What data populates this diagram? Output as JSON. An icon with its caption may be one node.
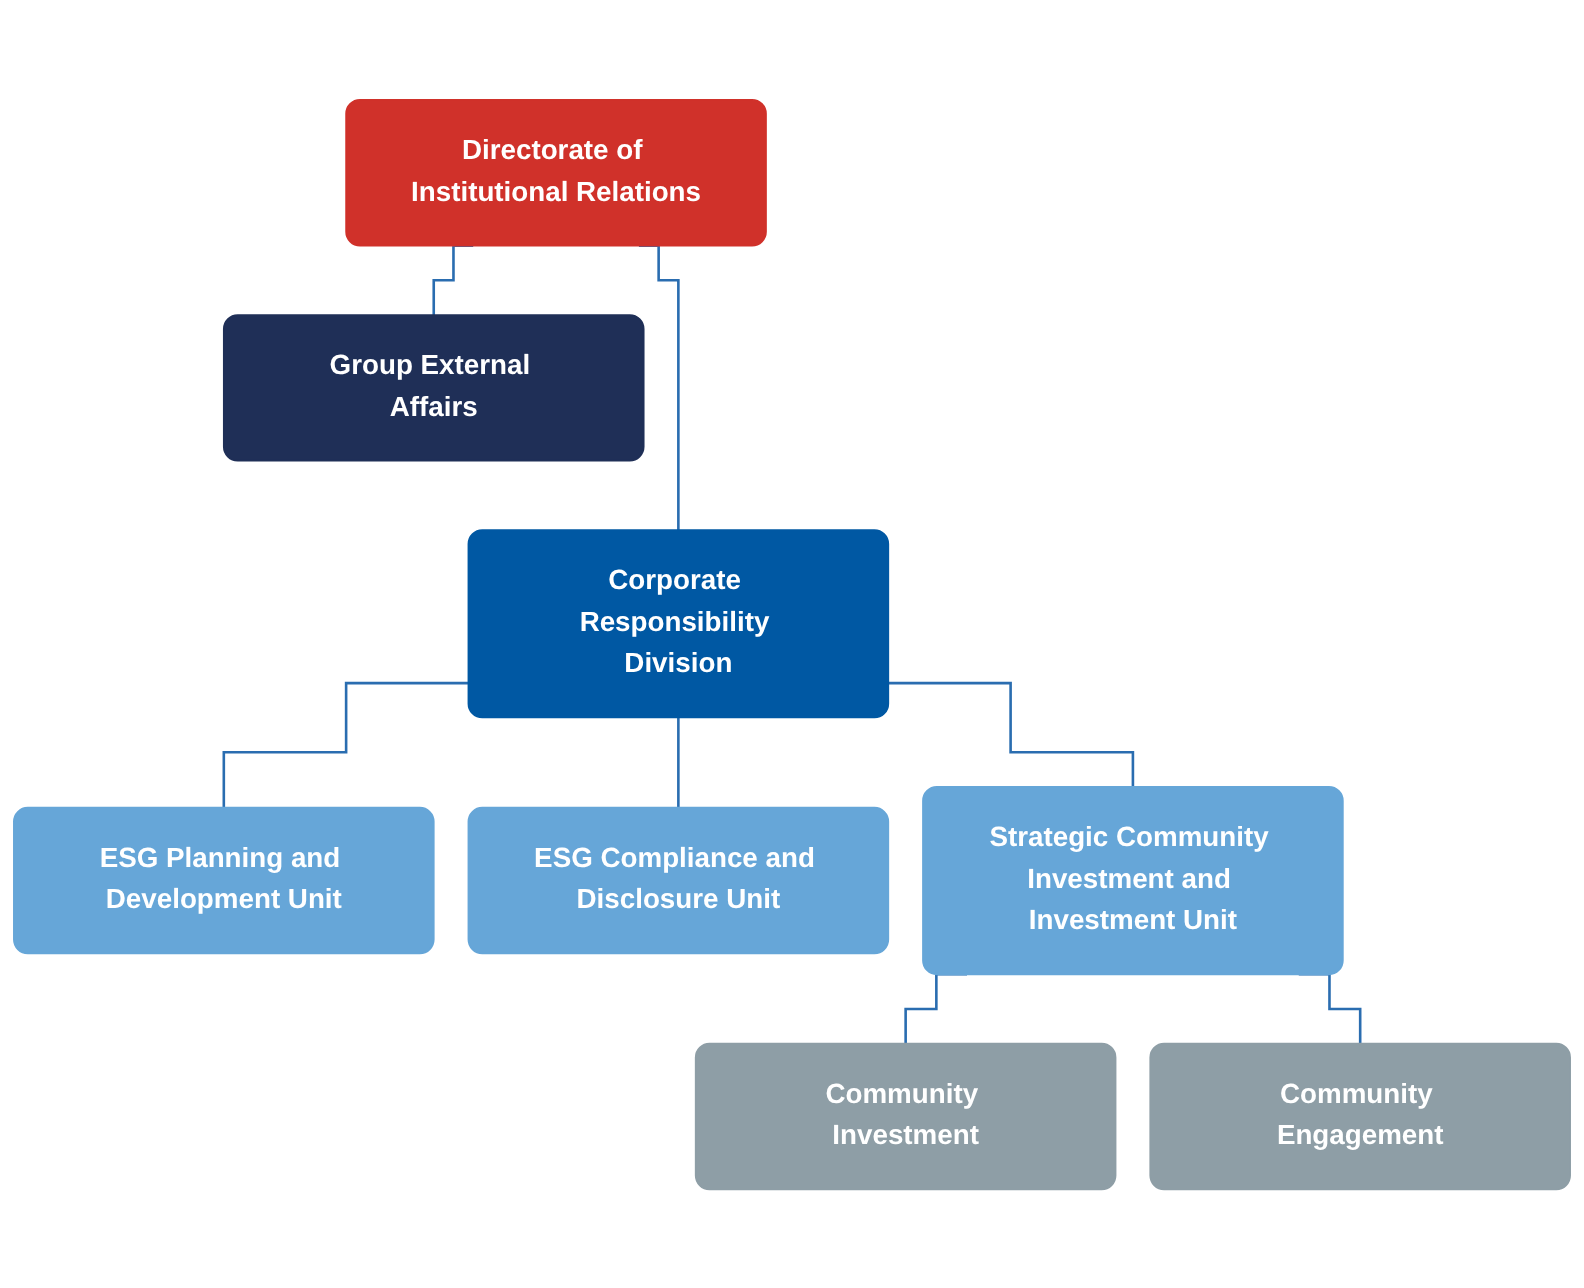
{
  "diagram": {
    "nodes": [
      {
        "text": [
          "Directorate of Institutional Relations"
        ]
      },
      {
        "text": [
          "Group External Affairs"
        ]
      },
      {
        "text": [
          "Corporate Responsibility Division"
        ]
      },
      {
        "text": [
          "ESG Planning and Development Unit"
        ]
      },
      {
        "text": [
          "ESG Compliance and Disclosure Unit"
        ]
      },
      {
        "text": [
          "Strategic Community Investment and Investment Unit"
        ]
      },
      {
        "text": [
          "Community Investment"
        ]
      },
      {
        "text": [
          "Community Engagement"
        ]
      }
    ],
    "edges": [
      {
        "from": 0,
        "to": 1,
        "arrow": "none"
      },
      {
        "from": 0,
        "to": 2,
        "arrow": "none"
      },
      {
        "from": 2,
        "to": 3,
        "arrow": "none"
      },
      {
        "from": 2,
        "to": 4,
        "arrow": "none"
      },
      {
        "from": 2,
        "to": 5,
        "arrow": "none"
      },
      {
        "from": 5,
        "to": 6,
        "arrow": "none"
      },
      {
        "from": 5,
        "to": 7,
        "arrow": "none"
      }
    ]
  }
}
